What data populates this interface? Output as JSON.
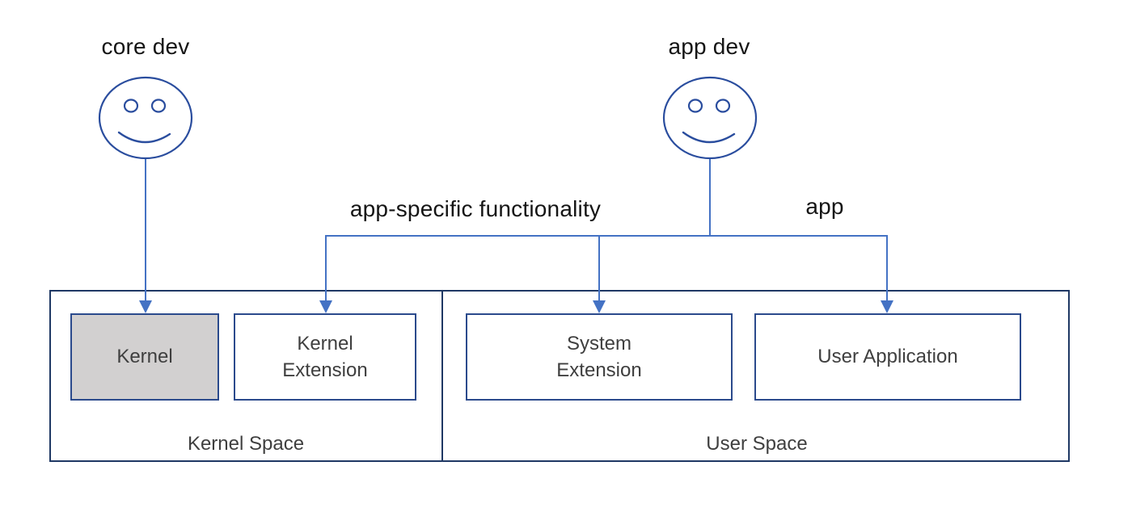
{
  "diagram": {
    "personas": {
      "core_dev": {
        "label": "core dev",
        "icon": "smiley-face-icon"
      },
      "app_dev": {
        "label": "app dev",
        "icon": "smiley-face-icon"
      }
    },
    "connections": {
      "app_specific_label": "app-specific functionality",
      "app_label": "app"
    },
    "kernel_space": {
      "label": "Kernel Space",
      "kernel": {
        "label": "Kernel"
      },
      "kernel_extension": {
        "label": "Kernel Extension"
      }
    },
    "user_space": {
      "label": "User Space",
      "system_extension": {
        "label": "System Extension"
      },
      "user_application": {
        "label": "User Application"
      }
    },
    "colors": {
      "connector_blue": "#4472C4",
      "face_stroke": "#2A4D9E",
      "box_border": "#2B4A8C",
      "container_border": "#1F3864",
      "kernel_fill": "#D2D0D0",
      "label_dark": "#3F3F3F",
      "title_black": "#151515"
    }
  }
}
